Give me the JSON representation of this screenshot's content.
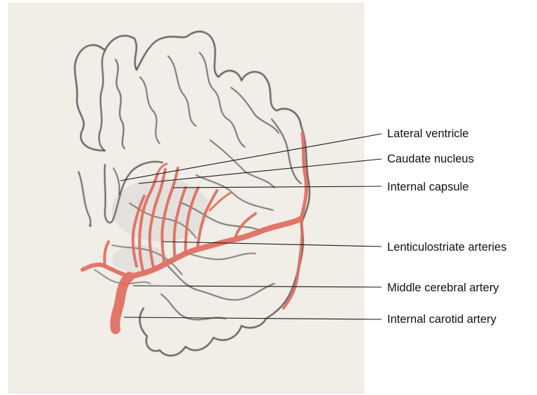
{
  "colors": {
    "paper": "#f1ede7",
    "outline": "#4a4a4a",
    "artery": "#e06a5c",
    "leader_line": "#1a1a1a",
    "label_text": "#111111"
  },
  "labels": {
    "lateral_ventricle": "Lateral ventricle",
    "caudate_nucleus": "Caudate nucleus",
    "internal_capsule": "Internal capsule",
    "lenticulostriate_arteries": "Lenticulostriate arteries",
    "middle_cerebral_artery": "Middle cerebral artery",
    "internal_carotid_artery": "Internal carotid artery"
  }
}
